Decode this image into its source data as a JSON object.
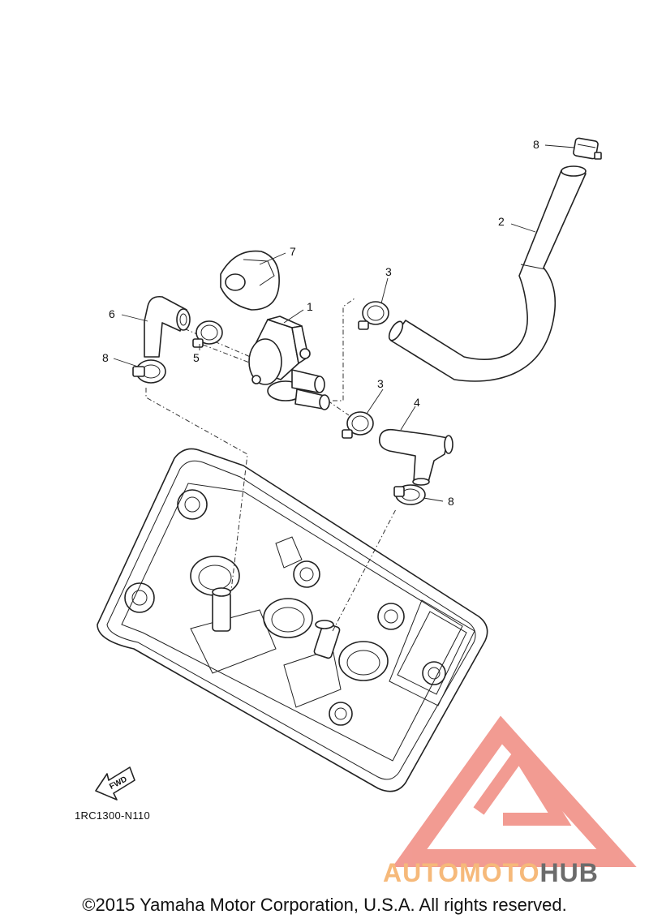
{
  "diagram": {
    "callouts": [
      {
        "id": "c1",
        "label": "1"
      },
      {
        "id": "c2",
        "label": "2"
      },
      {
        "id": "c3a",
        "label": "3"
      },
      {
        "id": "c3b",
        "label": "3"
      },
      {
        "id": "c4",
        "label": "4"
      },
      {
        "id": "c5",
        "label": "5"
      },
      {
        "id": "c6",
        "label": "6"
      },
      {
        "id": "c7",
        "label": "7"
      },
      {
        "id": "c8a",
        "label": "8"
      },
      {
        "id": "c8b",
        "label": "8"
      },
      {
        "id": "c8c",
        "label": "8"
      }
    ],
    "fwd_label": "FWD",
    "drawing_code": "1RC1300-N110"
  },
  "watermark": {
    "brand_part1": "AUTOMOTO",
    "brand_part2": "HUB",
    "colors": {
      "logo": "#f08a80",
      "text1": "#f6b97a",
      "text2": "#6b6b6b"
    }
  },
  "footer": {
    "copyright": "©2015 Yamaha Motor Corporation, U.S.A. All rights reserved."
  }
}
